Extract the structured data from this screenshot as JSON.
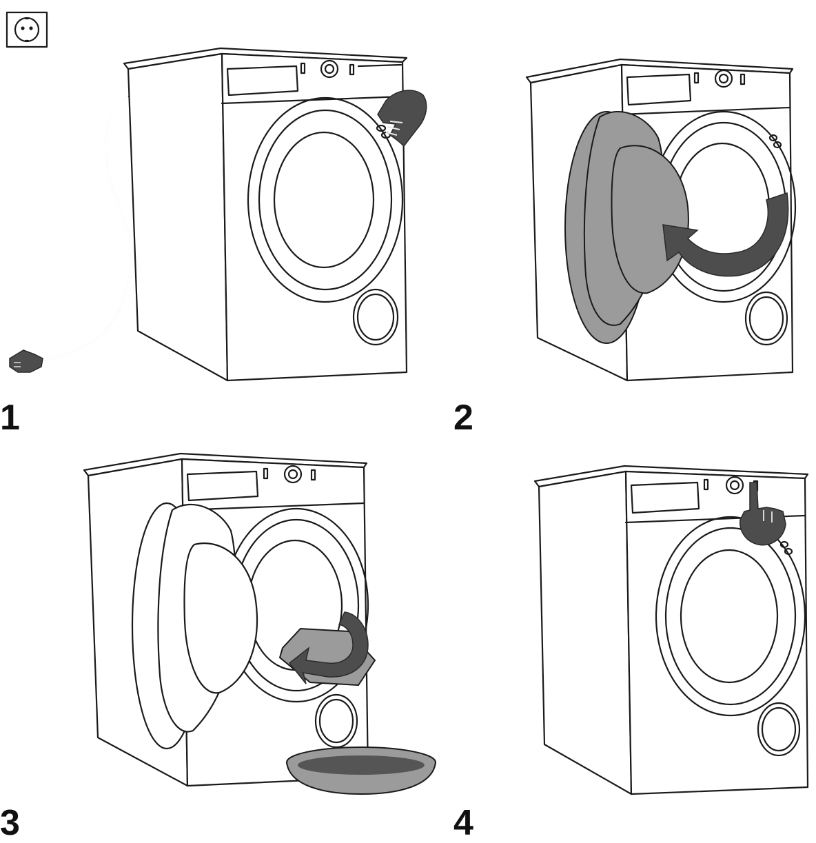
{
  "steps": [
    {
      "number": "1"
    },
    {
      "number": "2"
    },
    {
      "number": "3"
    },
    {
      "number": "4"
    }
  ],
  "icons": {
    "power_plug": "power-socket-icon",
    "hand_press": "hand-icon",
    "rotate_arrow": "curved-arrow-icon"
  },
  "colors": {
    "line": "#1a1a1a",
    "highlight_grey": "#9b9b9b",
    "dark_grey": "#4d4d4d"
  }
}
